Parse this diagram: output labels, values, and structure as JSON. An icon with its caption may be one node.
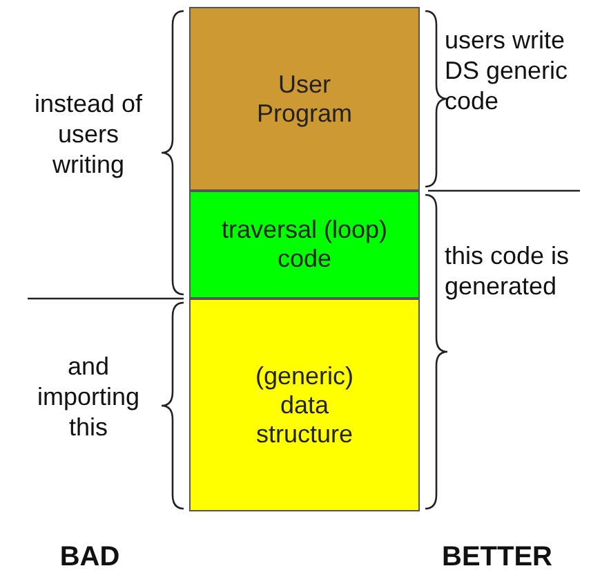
{
  "diagram": {
    "nodes": [
      {
        "text": [
          "User Program"
        ]
      },
      {
        "text": [
          "traversal (loop) code"
        ]
      },
      {
        "text": [
          "(generic) data structure"
        ]
      }
    ],
    "labels": [
      "users write DS generic code",
      "instead of users writing",
      "this code is generated",
      "and importing this",
      "BAD",
      "BETTER"
    ]
  }
}
